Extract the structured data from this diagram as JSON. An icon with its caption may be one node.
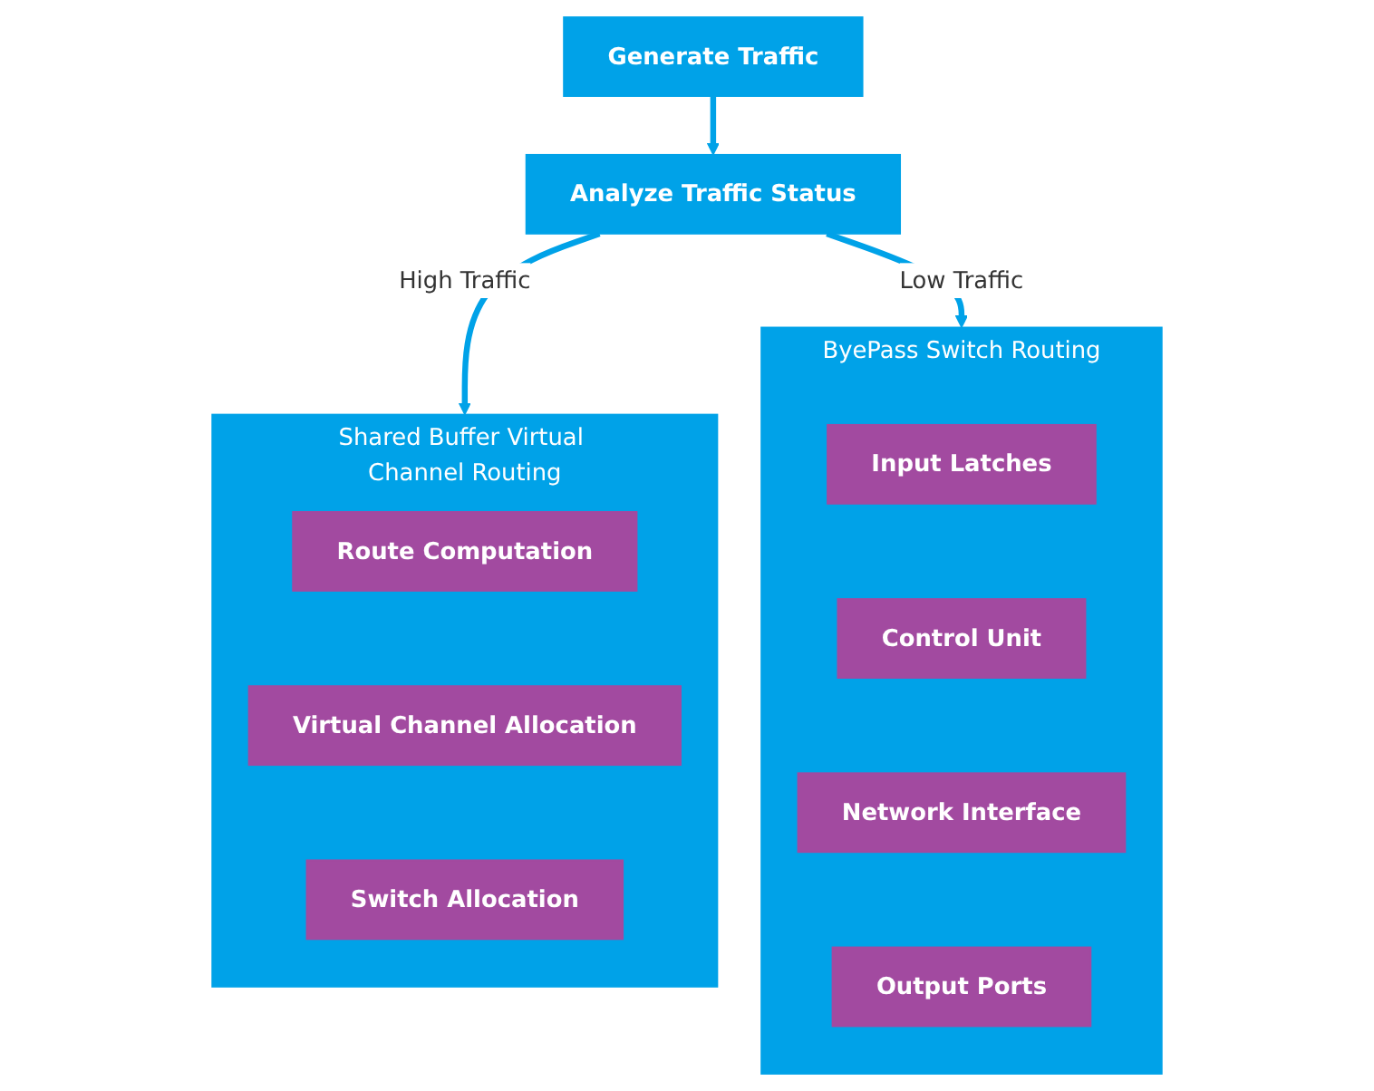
{
  "diagram": {
    "nodes": [
      {
        "text": [
          "Generate Traffic"
        ]
      },
      {
        "text": [
          "Analyze Traffic Status"
        ]
      },
      {
        "text": [
          "Shared Buffer Virtual Channel Routing"
        ]
      },
      {
        "text": [
          "Route Computation"
        ],
        "in": 2
      },
      {
        "text": [
          "Virtual Channel Allocation"
        ],
        "in": 2
      },
      {
        "text": [
          "Switch Allocation"
        ],
        "in": 2
      },
      {
        "text": [
          "ByePass Switch Routing"
        ]
      },
      {
        "text": [
          "Input Latches"
        ],
        "in": 6
      },
      {
        "text": [
          "Control Unit"
        ],
        "in": 6
      },
      {
        "text": [
          "Network Interface"
        ],
        "in": 6
      },
      {
        "text": [
          "Output Ports"
        ],
        "in": 6
      }
    ],
    "edges": [
      {
        "from": 0,
        "to": 1,
        "arrow": "to"
      },
      {
        "from": 1,
        "to": 2,
        "arrow": "to",
        "label": "High Traffic"
      },
      {
        "from": 1,
        "to": 6,
        "arrow": "to",
        "label": "Low Traffic"
      }
    ]
  }
}
